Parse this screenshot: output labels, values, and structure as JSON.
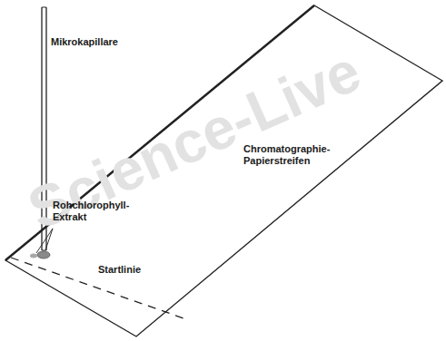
{
  "diagram": {
    "labels": [
      "Mikrokapillare",
      "Chromatographie-Papierstreifen",
      "Rohchlorophyll-Extrakt",
      "Startlinie",
      "Science-Live"
    ]
  }
}
